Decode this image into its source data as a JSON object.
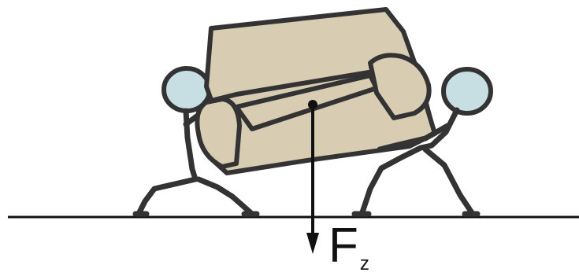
{
  "force": {
    "symbol": "F",
    "subscript": "z"
  },
  "colors": {
    "ink": "#333333",
    "sofa_fill": "#d8cdb3",
    "head_fill": "#c7dfe2",
    "ground": "#111111",
    "arrow": "#111111"
  },
  "elements": [
    "ground-line",
    "sofa",
    "left-carrier",
    "right-carrier",
    "center-of-mass-dot",
    "force-arrow",
    "force-label"
  ]
}
